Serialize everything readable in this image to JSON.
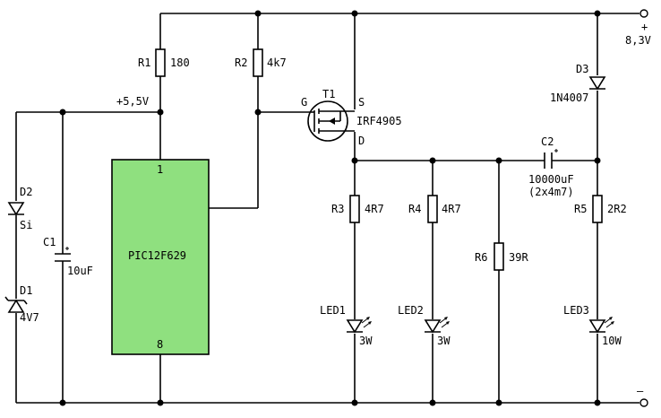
{
  "colors": {
    "wire": "#000000",
    "mcu_fill": "#8fe07f",
    "background": "#ffffff"
  },
  "terminals": {
    "plus": "+",
    "voltage": "8,3V",
    "minus": "—"
  },
  "rail_label": "+5,5V",
  "mcu": {
    "name": "PIC12F629",
    "pin_top": "1",
    "pin_bottom": "8"
  },
  "components": {
    "r1": {
      "ref": "R1",
      "value": "180"
    },
    "r2": {
      "ref": "R2",
      "value": "4k7"
    },
    "r3": {
      "ref": "R3",
      "value": "4R7"
    },
    "r4": {
      "ref": "R4",
      "value": "4R7"
    },
    "r5": {
      "ref": "R5",
      "value": "2R2"
    },
    "r6": {
      "ref": "R6",
      "value": "39R"
    },
    "t1": {
      "ref": "T1",
      "value": "IRF4905",
      "gate": "G",
      "source": "S",
      "drain": "D"
    },
    "d1": {
      "ref": "D1",
      "value": "4V7"
    },
    "d2": {
      "ref": "D2",
      "value": "Si"
    },
    "d3": {
      "ref": "D3",
      "value": "1N4007"
    },
    "c1": {
      "ref": "C1",
      "value": "10uF"
    },
    "c2": {
      "ref": "C2",
      "value": "10000uF",
      "note": "(2x4m7)"
    },
    "led1": {
      "ref": "LED1",
      "value": "3W"
    },
    "led2": {
      "ref": "LED2",
      "value": "3W"
    },
    "led3": {
      "ref": "LED3",
      "value": "10W"
    }
  }
}
